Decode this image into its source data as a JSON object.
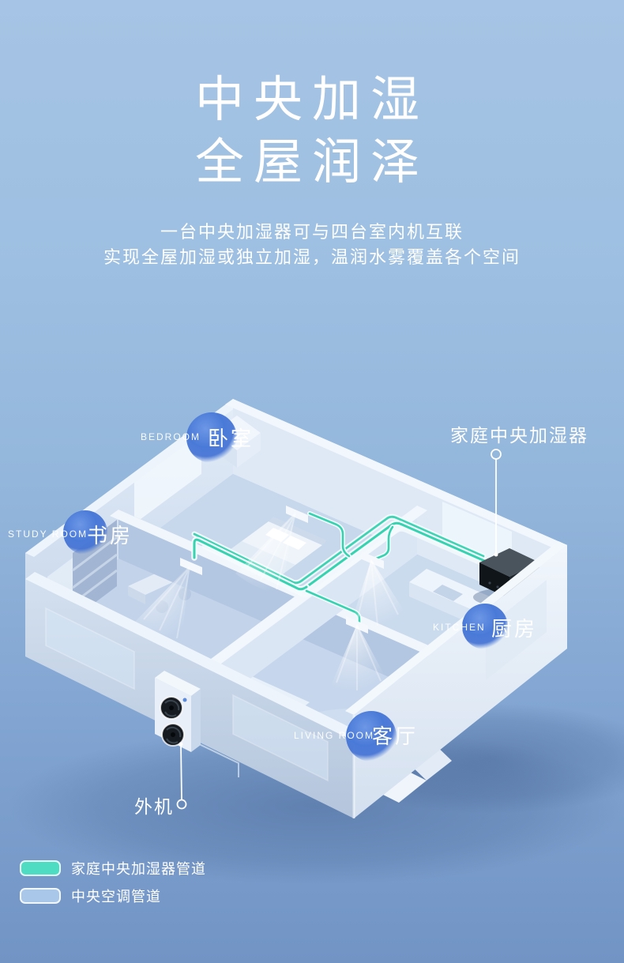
{
  "poster": {
    "title_line1": "中央加湿",
    "title_line2": "全屋润泽",
    "subtitle_line1": "一台中央加湿器可与四台室内机互联",
    "subtitle_line2": "实现全屋加湿或独立加湿，温润水雾覆盖各个空间"
  },
  "rooms": [
    {
      "id": "bedroom",
      "en": "BEDROOM",
      "zh": "卧室"
    },
    {
      "id": "study",
      "en": "STUDY ROOM",
      "zh": "书房"
    },
    {
      "id": "kitchen",
      "en": "KITCHEN",
      "zh": "厨房"
    },
    {
      "id": "living",
      "en": "LIVING ROOM",
      "zh": "客厅"
    }
  ],
  "callouts": {
    "humidifier": "家庭中央加湿器",
    "outdoor_unit": "外机"
  },
  "legend": {
    "items": [
      {
        "label": "家庭中央加湿器管道",
        "color": "#4EDCC3"
      },
      {
        "label": "中央空调管道",
        "color": "#A9C7E9"
      }
    ]
  },
  "colors": {
    "background_top": "#A6C4E5",
    "background_bottom": "#7194C5",
    "pipe_teal": "#38D3B1",
    "label_sphere": "#4A7AD8",
    "text": "#FFFFFF"
  }
}
